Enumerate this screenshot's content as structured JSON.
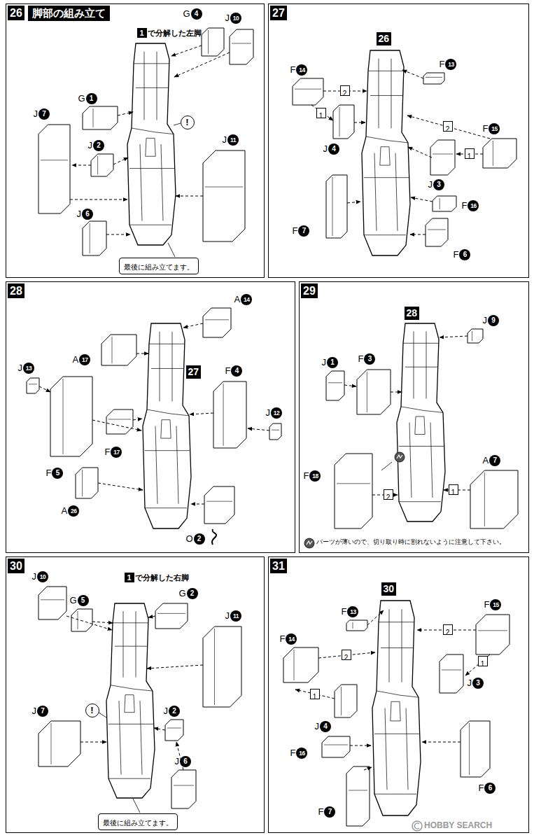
{
  "diagram": {
    "nodes": [
      {
        "text": [
          "26"
        ]
      },
      {
        "text": [
          "脚部の組み立て"
        ],
        "in": 0
      },
      {
        "text": [
          "G",
          "4"
        ],
        "in": 0
      },
      {
        "text": [
          "1",
          "で分解した左脚"
        ],
        "in": 0
      },
      {
        "text": [
          "J",
          "10"
        ],
        "in": 0
      },
      {
        "text": [
          "G",
          "1"
        ],
        "in": 0
      },
      {
        "text": [
          "J",
          "7"
        ],
        "in": 0
      },
      {
        "text": [
          "!"
        ],
        "in": 0
      },
      {
        "text": [
          "J",
          "11"
        ],
        "in": 0
      },
      {
        "text": [
          "J",
          "2"
        ],
        "in": 0
      },
      {
        "text": [
          "J",
          "6"
        ],
        "in": 0
      },
      {
        "text": [
          "最後に組み立てます。"
        ],
        "in": 0
      },
      {
        "text": [
          "27"
        ]
      },
      {
        "text": [
          "26"
        ],
        "in": 12
      },
      {
        "text": [
          "F",
          "14"
        ],
        "in": 12
      },
      {
        "text": [
          "F",
          "13"
        ],
        "in": 12
      },
      {
        "text": [
          "2"
        ],
        "in": 12
      },
      {
        "text": [
          "1"
        ],
        "in": 12
      },
      {
        "text": [
          "2"
        ],
        "in": 12
      },
      {
        "text": [
          "F",
          "15"
        ],
        "in": 12
      },
      {
        "text": [
          "J",
          "4"
        ],
        "in": 12
      },
      {
        "text": [
          "1"
        ],
        "in": 12
      },
      {
        "text": [
          "J",
          "3"
        ],
        "in": 12
      },
      {
        "text": [
          "F",
          "16"
        ],
        "in": 12
      },
      {
        "text": [
          "F",
          "7"
        ],
        "in": 12
      },
      {
        "text": [
          "F",
          "6"
        ],
        "in": 12
      },
      {
        "text": [
          "28"
        ]
      },
      {
        "text": [
          "A",
          "14"
        ],
        "in": 26
      },
      {
        "text": [
          "A",
          "17"
        ],
        "in": 26
      },
      {
        "text": [
          "27"
        ],
        "in": 26
      },
      {
        "text": [
          "J",
          "13"
        ],
        "in": 26
      },
      {
        "text": [
          "F",
          "4"
        ],
        "in": 26
      },
      {
        "text": [
          "J",
          "12"
        ],
        "in": 26
      },
      {
        "text": [
          "F",
          "17"
        ],
        "in": 26
      },
      {
        "text": [
          "F",
          "5"
        ],
        "in": 26
      },
      {
        "text": [
          "A",
          "26"
        ],
        "in": 26
      },
      {
        "text": [
          "O",
          "2"
        ],
        "in": 26
      },
      {
        "text": [
          "29"
        ]
      },
      {
        "text": [
          "28"
        ],
        "in": 37
      },
      {
        "text": [
          "J",
          "9"
        ],
        "in": 37
      },
      {
        "text": [
          "J",
          "1"
        ],
        "in": 37
      },
      {
        "text": [
          "F",
          "3"
        ],
        "in": 37
      },
      {
        "text": [
          "F",
          "18"
        ],
        "in": 37
      },
      {
        "text": [
          "2"
        ],
        "in": 37
      },
      {
        "text": [
          "1"
        ],
        "in": 37
      },
      {
        "text": [
          "A",
          "7"
        ],
        "in": 37
      },
      {
        "text": [
          "30"
        ]
      },
      {
        "text": [
          "J",
          "10"
        ],
        "in": 46
      },
      {
        "text": [
          "1",
          "で分解した右脚"
        ],
        "in": 46
      },
      {
        "text": [
          "G",
          "5"
        ],
        "in": 46
      },
      {
        "text": [
          "G",
          "2"
        ],
        "in": 46
      },
      {
        "text": [
          "J",
          "11"
        ],
        "in": 46
      },
      {
        "text": [
          "!"
        ],
        "in": 46
      },
      {
        "text": [
          "J",
          "2"
        ],
        "in": 46
      },
      {
        "text": [
          "J",
          "7"
        ],
        "in": 46
      },
      {
        "text": [
          "J",
          "6"
        ],
        "in": 46
      },
      {
        "text": [
          "最後に組み立てます。"
        ],
        "in": 46
      },
      {
        "text": [
          "31"
        ]
      },
      {
        "text": [
          "30"
        ],
        "in": 57
      },
      {
        "text": [
          "F",
          "13"
        ],
        "in": 57
      },
      {
        "text": [
          "F",
          "15"
        ],
        "in": 57
      },
      {
        "text": [
          "2"
        ],
        "in": 57
      },
      {
        "text": [
          "F",
          "14"
        ],
        "in": 57
      },
      {
        "text": [
          "2"
        ],
        "in": 57
      },
      {
        "text": [
          "1"
        ],
        "in": 57
      },
      {
        "text": [
          "J",
          "3"
        ],
        "in": 57
      },
      {
        "text": [
          "1"
        ],
        "in": 57
      },
      {
        "text": [
          "J",
          "4"
        ],
        "in": 57
      },
      {
        "text": [
          "F",
          "16"
        ],
        "in": 57
      },
      {
        "text": [
          "F",
          "6"
        ],
        "in": 57
      },
      {
        "text": [
          "F",
          "7"
        ],
        "in": 57
      }
    ],
    "labels": [
      "パーツが薄いので、切り取り時に割れないように注意して下さい。",
      "HOBBY SEARCH"
    ]
  }
}
